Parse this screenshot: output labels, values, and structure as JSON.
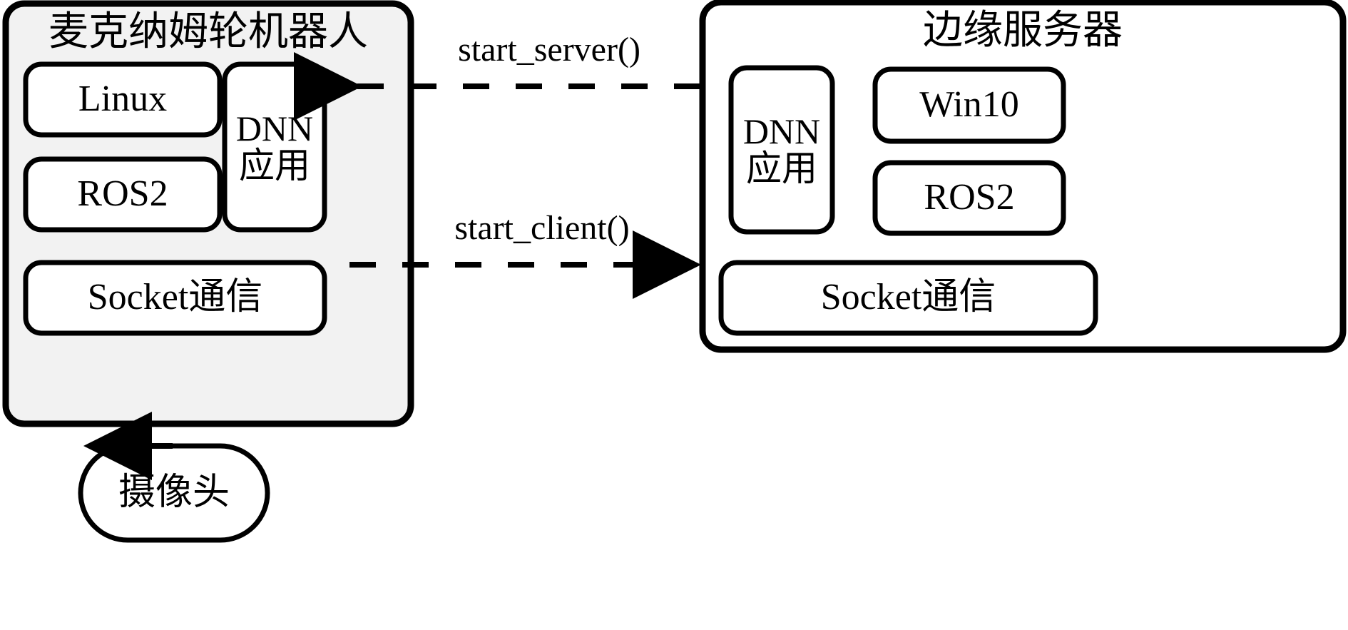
{
  "diagram": {
    "type": "system-architecture-block-diagram",
    "background_color": "#ffffff",
    "stroke_color": "#000000",
    "panel_fill_left": "#f2f2f2",
    "panel_fill_right": "#ffffff",
    "box_fill": "#ffffff"
  },
  "robot_panel": {
    "title": "麦克纳姆轮机器人",
    "boxes": [
      {
        "label": "Linux"
      },
      {
        "label": "ROS2"
      },
      {
        "label": "DNN\n应用"
      },
      {
        "label": "Socket通信"
      }
    ]
  },
  "server_panel": {
    "title": "边缘服务器",
    "boxes": [
      {
        "label": "DNN\n应用"
      },
      {
        "label": "Win10"
      },
      {
        "label": "ROS2"
      },
      {
        "label": "Socket通信"
      }
    ]
  },
  "camera": {
    "label": "摄像头"
  },
  "connections": [
    {
      "label": "start_server()",
      "style": "dashed",
      "direction": "server-to-robot",
      "arrow": "left"
    },
    {
      "label": "start_client()",
      "style": "dashed",
      "direction": "robot-to-server",
      "arrow": "right"
    },
    {
      "label": "",
      "style": "solid",
      "direction": "camera-to-robot",
      "arrow": "up"
    }
  ]
}
